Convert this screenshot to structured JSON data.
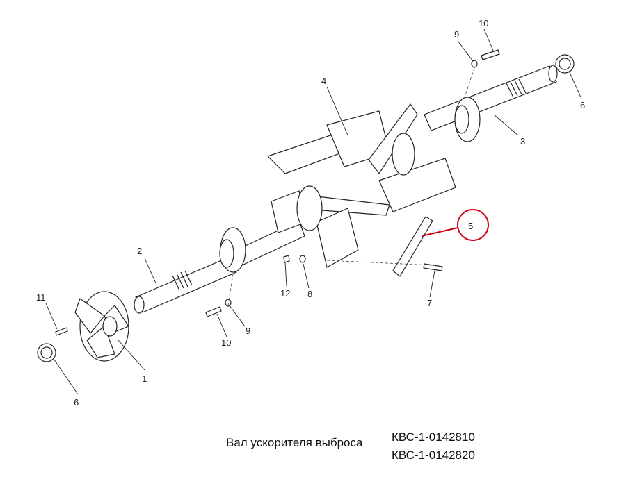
{
  "callouts": [
    {
      "label": "1"
    },
    {
      "label": "2"
    },
    {
      "label": "3"
    },
    {
      "label": "4"
    },
    {
      "label": "5"
    },
    {
      "label": "6"
    },
    {
      "label": "6"
    },
    {
      "label": "7"
    },
    {
      "label": "8"
    },
    {
      "label": "9"
    },
    {
      "label": "9"
    },
    {
      "label": "10"
    },
    {
      "label": "10"
    },
    {
      "label": "11"
    },
    {
      "label": "12"
    }
  ],
  "highlight": {
    "part": "5",
    "color": "#d0021b"
  },
  "caption": {
    "title": "Вал ускорителя выброса",
    "code_1": "КВС-1-0142810",
    "code_2": "КВС-1-0142820"
  }
}
